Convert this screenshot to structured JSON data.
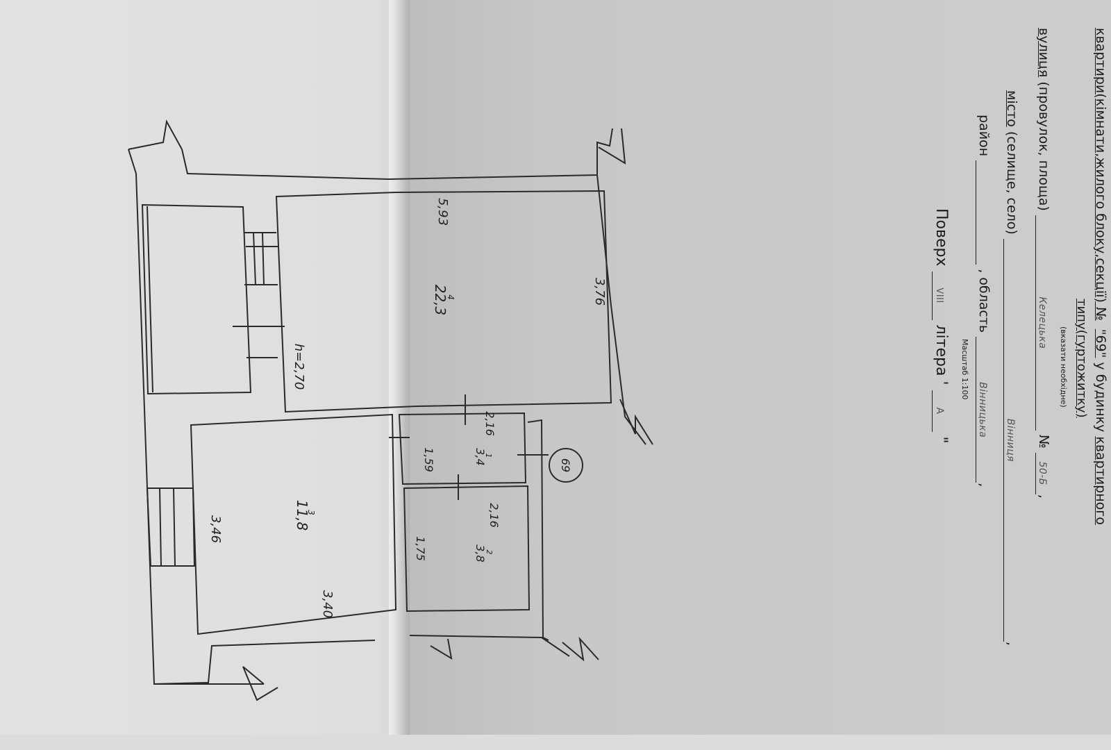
{
  "header": {
    "title_line1_prefix": "квартири(кімнати,жилого блоку,секції) №",
    "apartment_number": "\"69\"",
    "title_line1_suffix": "у будинку",
    "title_building_type": "квартирного",
    "title_line2": "типу(гуртожитку)",
    "title_hint": "(вказати необхідне)",
    "street_label": "вулиця",
    "street_label_rest": "(провулок, площа)",
    "street_value": "Келецька",
    "number_label": "№",
    "number_value": "50-Б",
    "city_label": "місто",
    "city_label_rest": "(селище, село)",
    "city_value": "Вінниця",
    "district_label": "район",
    "region_label": ", область",
    "region_value": "Вінницька",
    "scale_text": "Масштаб 1:100",
    "floor_label": "Поверх",
    "floor_value": "VIII",
    "litera_label": "літера '",
    "litera_value": "А",
    "litera_close": "\""
  },
  "plan": {
    "apartment_circle_label": "69",
    "room4": {
      "number": "4",
      "area": "22,3",
      "width": "5,93",
      "depth": "3,76",
      "height": "h=2,70"
    },
    "room1": {
      "number": "1",
      "area": "3,4",
      "width": "2,16",
      "depth": "1,59"
    },
    "room2": {
      "number": "2",
      "area": "3,8",
      "width": "2,16",
      "depth": "1,75"
    },
    "room3": {
      "number": "3",
      "area": "11,8",
      "width": "3,40",
      "depth": "3,46"
    }
  }
}
